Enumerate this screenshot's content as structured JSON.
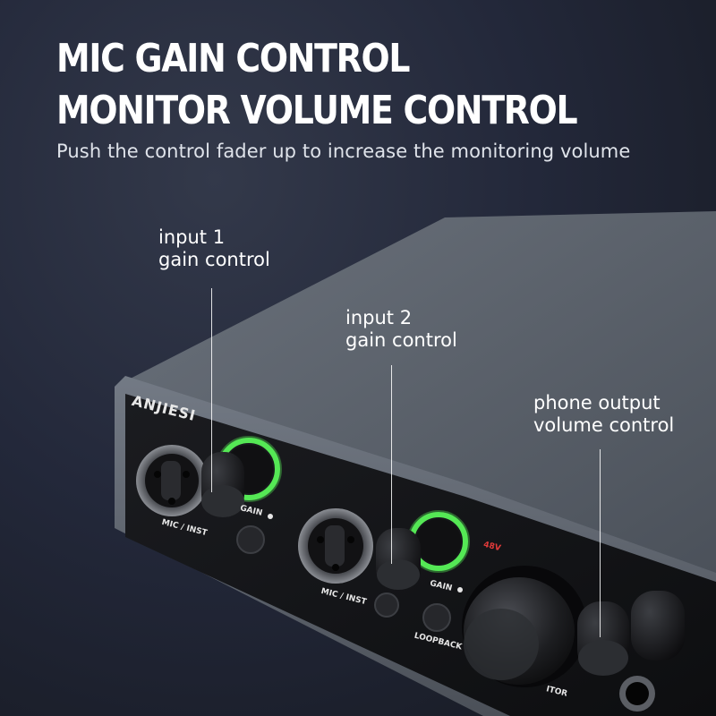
{
  "headline": {
    "line1": "MIC GAIN CONTROL",
    "line2": "MONITOR VOLUME CONTROL"
  },
  "subline": "Push the control fader up to increase the monitoring volume",
  "callouts": [
    {
      "line1": "input 1",
      "line2": "gain control"
    },
    {
      "line1": "input 2",
      "line2": "gain control"
    },
    {
      "line1": "phone output",
      "line2": "volume control"
    }
  ],
  "device": {
    "brand": "ANJIESI",
    "labels": {
      "gain_1": "GAIN",
      "gain_2": "GAIN",
      "mic_inst_1": "MIC / INST",
      "mic_inst_2": "MIC / INST",
      "loopback": "LOOPBACK",
      "monitor": "ITOR",
      "phantom": "48V"
    },
    "colors": {
      "led_ring": "#5cff5c",
      "body": "#5a6069",
      "face": "#141518"
    }
  }
}
